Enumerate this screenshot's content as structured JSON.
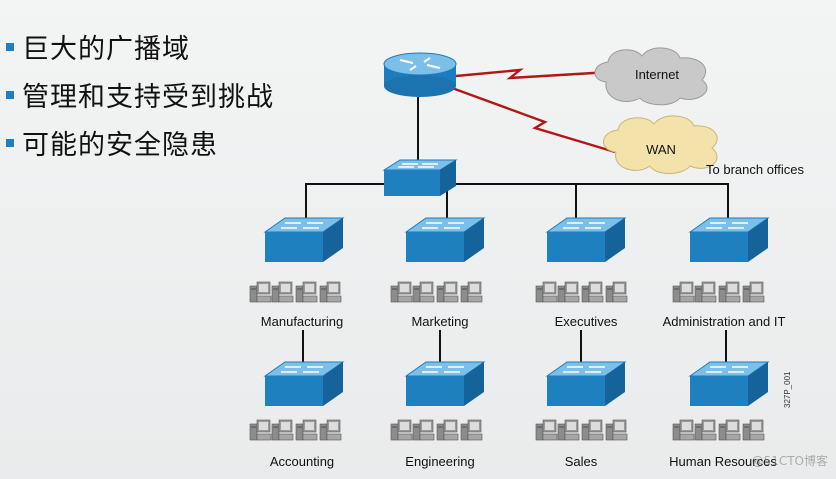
{
  "bullets": [
    "巨大的广播域",
    "管理和支持受到挑战",
    "可能的安全隐患"
  ],
  "clouds": {
    "internet": "Internet",
    "wan": "WAN"
  },
  "branch_label": "To branch offices",
  "departments_top": [
    "Manufacturing",
    "Marketing",
    "Executives",
    "Administration and IT"
  ],
  "departments_bottom": [
    "Accounting",
    "Engineering",
    "Sales",
    "Human Resources"
  ],
  "figure_code": "327P_001",
  "watermark": "@51CTO博客",
  "colors": {
    "bullet": "#1e7fc4",
    "device_front": "#1f80c0",
    "device_top": "#7cc0ea",
    "wan_link": "#b01818",
    "cloud_internet": "#c9c9c9",
    "cloud_wan": "#f3e2aa"
  }
}
